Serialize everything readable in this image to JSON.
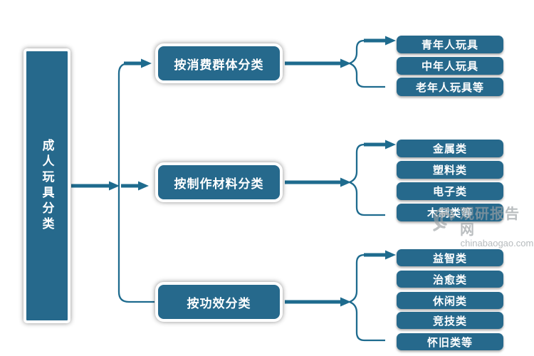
{
  "diagram": {
    "title": "成人玩具分类",
    "root": {
      "label": "成人玩具分类"
    },
    "groups": [
      {
        "label": "按消费群体分类",
        "children": [
          "青年人玩具",
          "中年人玩具",
          "老年人玩具等"
        ]
      },
      {
        "label": "按制作材料分类",
        "children": [
          "金属类",
          "塑料类",
          "电子类",
          "木制类等"
        ]
      },
      {
        "label": "按功效分类",
        "children": [
          "益智类",
          "治愈类",
          "休闲类",
          "竞技类",
          "怀旧类等"
        ]
      }
    ]
  },
  "watermark": {
    "logo_icon": "spiral-logo",
    "site_name": "观研报告网",
    "site_url": "chinabaogao.com"
  },
  "colors": {
    "node_fill": "#26698c",
    "connector": "#1e6b8e",
    "node_text": "#ffffff",
    "watermark_gray": "#9aa0a4",
    "background": "#ffffff"
  }
}
